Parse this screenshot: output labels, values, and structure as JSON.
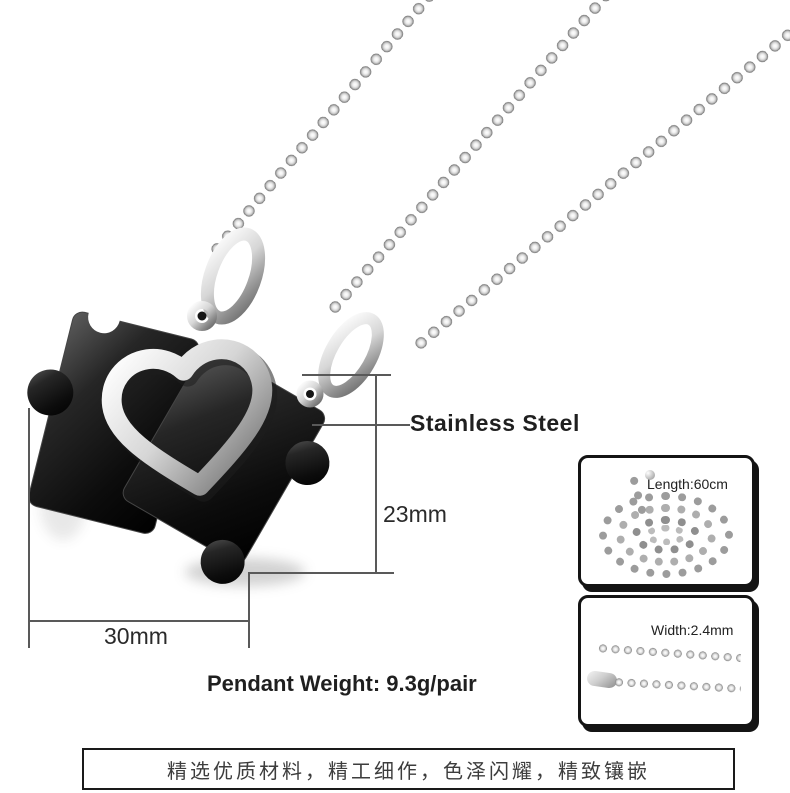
{
  "product": {
    "material_label": "Stainless Steel",
    "pendant_height": "23mm",
    "pendant_width": "30mm",
    "pendant_weight": "Pendant Weight: 9.3g/pair"
  },
  "insets": [
    {
      "label": "Length:60cm"
    },
    {
      "label": "Width:2.4mm"
    }
  ],
  "footer": {
    "text": "精选优质材料，精工细作，色泽闪耀，精致镶嵌"
  },
  "colors": {
    "pendant_black": "#141414",
    "silver": "#cdcdcd",
    "line": "#595959",
    "text": "#1f1f1f",
    "background": "#ffffff"
  }
}
